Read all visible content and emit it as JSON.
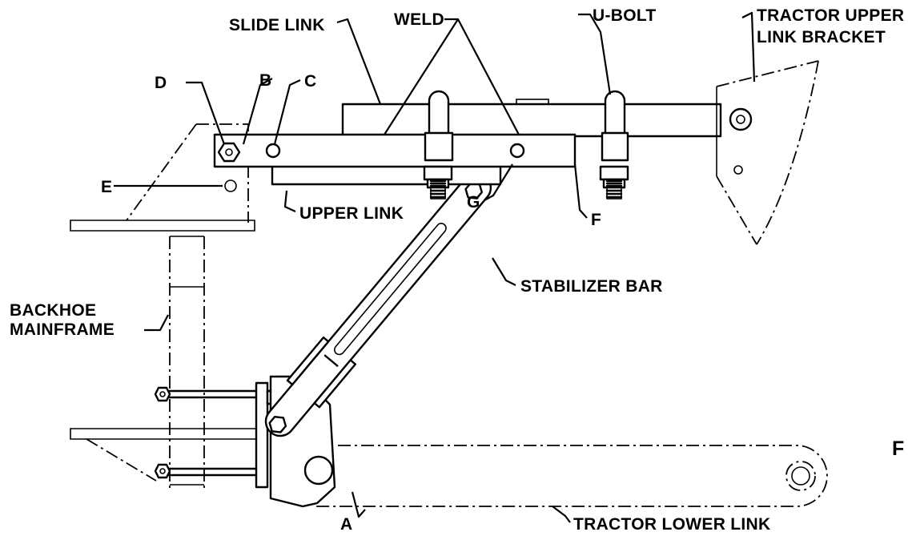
{
  "labels": {
    "slide_link": "SLIDE LINK",
    "weld": "WELD",
    "u_bolt": "U-BOLT",
    "tractor_upper_link_bracket_1": "TRACTOR UPPER",
    "tractor_upper_link_bracket_2": "LINK BRACKET",
    "d": "D",
    "b": "B",
    "c": "C",
    "e": "E",
    "upper_link": "UPPER LINK",
    "g": "G",
    "f": "F",
    "stabilizer_bar": "STABILIZER BAR",
    "backhoe_mainframe_1": "BACKHOE",
    "backhoe_mainframe_2": "MAINFRAME",
    "a": "A",
    "tractor_lower_link": "TRACTOR LOWER LINK",
    "edge_letter": "F"
  }
}
